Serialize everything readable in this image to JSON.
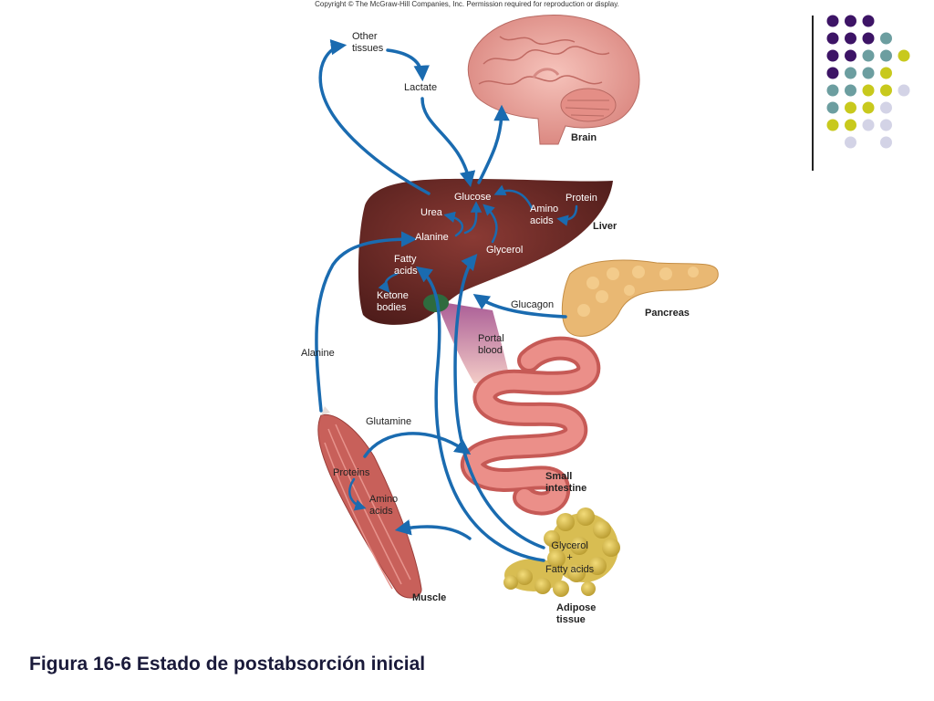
{
  "copyright": "Copyright © The McGraw-Hill Companies, Inc. Permission required for reproduction or display.",
  "caption": "Figura 16-6 Estado de postabsorción inicial",
  "colors": {
    "arrow": "#1a6bb0",
    "liver": "#6b2a26",
    "brain": "#e9a39c",
    "pancreas": "#e9b873",
    "intestine": "#e07d78",
    "muscle": "#c8605a",
    "adipose": "#d8bd52",
    "dot_purple": "#3d1466",
    "dot_teal": "#6c9ea0",
    "dot_yellow": "#c8c91d",
    "dot_lavender": "#d3d3e6"
  },
  "organs": {
    "brain": "Brain",
    "liver": "Liver",
    "pancreas": "Pancreas",
    "small_intestine": "Small\nintestine",
    "muscle": "Muscle",
    "adipose": "Adipose\ntissue"
  },
  "molecules": {
    "other_tissues": "Other\ntissues",
    "lactate": "Lactate",
    "glucose": "Glucose",
    "protein": "Protein",
    "urea": "Urea",
    "amino_acids_liver": "Amino\nacids",
    "alanine_liver": "Alanine",
    "glycerol_liver": "Glycerol",
    "fatty_acids_liver": "Fatty\nacids",
    "ketone_bodies": "Ketone\nbodies",
    "glucagon": "Glucagon",
    "portal_blood": "Portal\nblood",
    "alanine_path": "Alanine",
    "glutamine": "Glutamine",
    "proteins_muscle": "Proteins",
    "amino_acids_muscle": "Amino\nacids",
    "glycerol_plus_fatty_acids": "Glycerol\n+\nFatty acids"
  },
  "dot_grid": [
    [
      "purple",
      "purple",
      "purple",
      "none",
      "none"
    ],
    [
      "purple",
      "purple",
      "purple",
      "teal",
      "none"
    ],
    [
      "purple",
      "purple",
      "teal",
      "teal",
      "yellow"
    ],
    [
      "purple",
      "teal",
      "teal",
      "yellow",
      "none"
    ],
    [
      "teal",
      "teal",
      "yellow",
      "yellow",
      "lavender"
    ],
    [
      "teal",
      "yellow",
      "yellow",
      "lavender",
      "none"
    ],
    [
      "yellow",
      "yellow",
      "lavender",
      "lavender",
      "none"
    ],
    [
      "none",
      "lavender",
      "none",
      "lavender",
      "none"
    ]
  ]
}
